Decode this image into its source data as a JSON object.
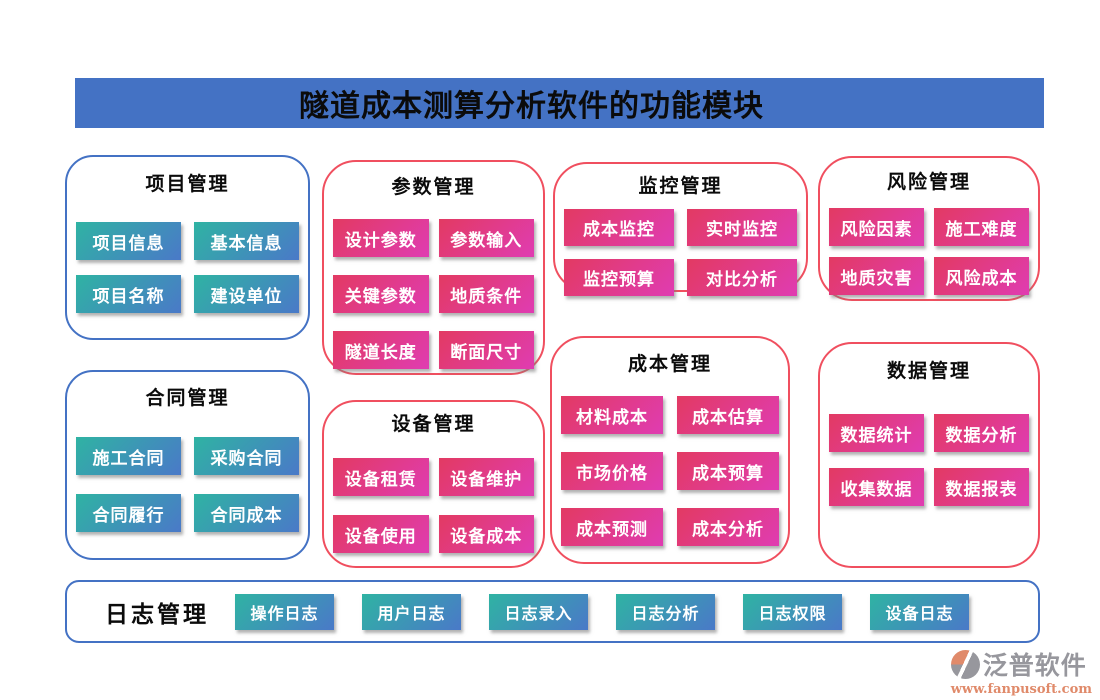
{
  "banner": {
    "title": "隧道成本测算分析软件的功能模块"
  },
  "colors": {
    "banner_bg": "#4472C4",
    "blue_border": "#4472C4",
    "red_border": "#F04F5F",
    "teal_btn_start": "#2FB3A3",
    "teal_btn_end": "#4A79C8",
    "pink_btn_start": "#E23A62",
    "pink_btn_end": "#E03CB2",
    "title_text": "#0B0B0B",
    "button_text": "#FFFFFF",
    "logo_gray": "#97979D",
    "logo_salmon": "#E08A6A"
  },
  "modules": [
    {
      "id": "project",
      "title": "项目管理",
      "theme": "blue",
      "items": [
        "项目信息",
        "基本信息",
        "项目名称",
        "建设单位"
      ]
    },
    {
      "id": "parameter",
      "title": "参数管理",
      "theme": "red",
      "items": [
        "设计参数",
        "参数输入",
        "关键参数",
        "地质条件",
        "隧道长度",
        "断面尺寸"
      ]
    },
    {
      "id": "monitor",
      "title": "监控管理",
      "theme": "red",
      "items": [
        "成本监控",
        "实时监控",
        "监控预算",
        "对比分析"
      ]
    },
    {
      "id": "risk",
      "title": "风险管理",
      "theme": "red",
      "items": [
        "风险因素",
        "施工难度",
        "地质灾害",
        "风险成本"
      ]
    },
    {
      "id": "contract",
      "title": "合同管理",
      "theme": "blue",
      "items": [
        "施工合同",
        "采购合同",
        "合同履行",
        "合同成本"
      ]
    },
    {
      "id": "equipment",
      "title": "设备管理",
      "theme": "red",
      "items": [
        "设备租赁",
        "设备维护",
        "设备使用",
        "设备成本"
      ]
    },
    {
      "id": "cost",
      "title": "成本管理",
      "theme": "red",
      "items": [
        "材料成本",
        "成本估算",
        "市场价格",
        "成本预算",
        "成本预测",
        "成本分析"
      ]
    },
    {
      "id": "data",
      "title": "数据管理",
      "theme": "red",
      "items": [
        "数据统计",
        "数据分析",
        "收集数据",
        "数据报表"
      ]
    }
  ],
  "log_module": {
    "title": "日志管理",
    "items": [
      "操作日志",
      "用户日志",
      "日志录入",
      "日志分析",
      "日志权限",
      "设备日志"
    ]
  },
  "logo": {
    "name": "泛普软件",
    "url": "www.fanpusoft.com"
  }
}
